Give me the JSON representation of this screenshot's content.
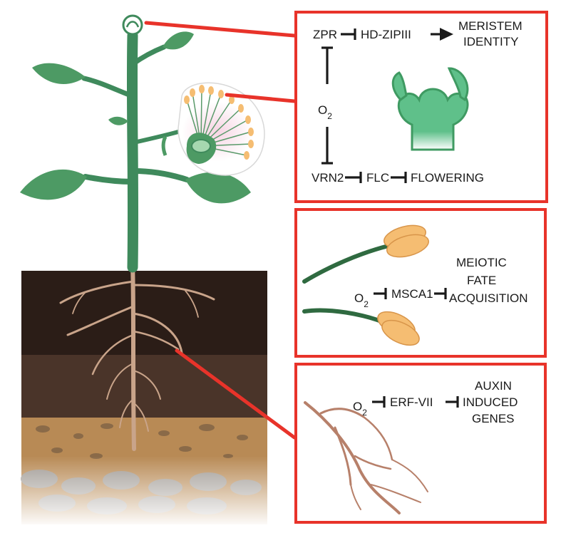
{
  "panels": {
    "meristem": {
      "zpr": "ZPR",
      "hdzip": "HD-ZIPIII",
      "meristem_line1": "MERISTEM",
      "meristem_line2": "IDENTITY",
      "o2": "O",
      "o2_sub": "2",
      "vrn2": "VRN2",
      "flc": "FLC",
      "flowering": "FLOWERING"
    },
    "anther": {
      "o2": "O",
      "o2_sub": "2",
      "msca1": "MSCA1",
      "fate_line1": "MEIOTIC",
      "fate_line2": "FATE",
      "fate_line3": "ACQUISITION"
    },
    "root": {
      "o2": "O",
      "o2_sub": "2",
      "erf": "ERF-VII",
      "auxin_line1": "AUXIN",
      "auxin_line2": "INDUCED",
      "auxin_line3": "GENES"
    }
  },
  "colors": {
    "panel_border": "#e8332a",
    "stem": "#3f8a5c",
    "leaf": "#4d9a64",
    "soil_dark": "#2b1d17",
    "soil_mid": "#4a3429",
    "soil_light": "#b88a55",
    "root": "#c9a48a",
    "anther": "#f5bd72"
  }
}
